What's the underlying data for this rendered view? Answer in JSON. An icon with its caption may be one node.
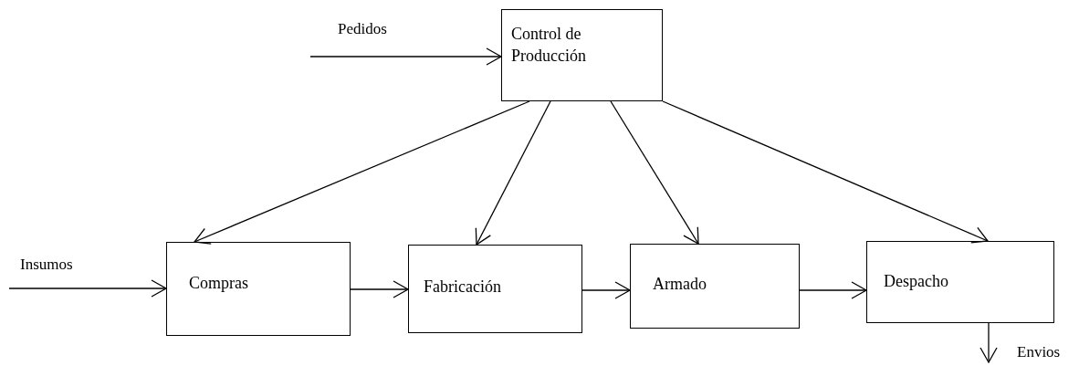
{
  "diagram": {
    "nodes": [
      {
        "text": [
          "Control de Producción"
        ]
      },
      {
        "text": [
          "Compras"
        ]
      },
      {
        "text": [
          "Fabricación"
        ]
      },
      {
        "text": [
          "Armado"
        ]
      },
      {
        "text": [
          "Despacho"
        ]
      }
    ],
    "edges": [
      {
        "from": null,
        "to": 0,
        "arrow": "to",
        "label": "Pedidos"
      },
      {
        "from": 0,
        "to": 1,
        "arrow": "to"
      },
      {
        "from": 0,
        "to": 2,
        "arrow": "to"
      },
      {
        "from": 0,
        "to": 3,
        "arrow": "to"
      },
      {
        "from": 0,
        "to": 4,
        "arrow": "to"
      },
      {
        "from": null,
        "to": 1,
        "arrow": "to",
        "label": "Insumos"
      },
      {
        "from": 1,
        "to": 2,
        "arrow": "to"
      },
      {
        "from": 2,
        "to": 3,
        "arrow": "to"
      },
      {
        "from": 3,
        "to": 4,
        "arrow": "to"
      },
      {
        "from": 4,
        "to": null,
        "arrow": "to",
        "label": "Envios"
      }
    ]
  }
}
